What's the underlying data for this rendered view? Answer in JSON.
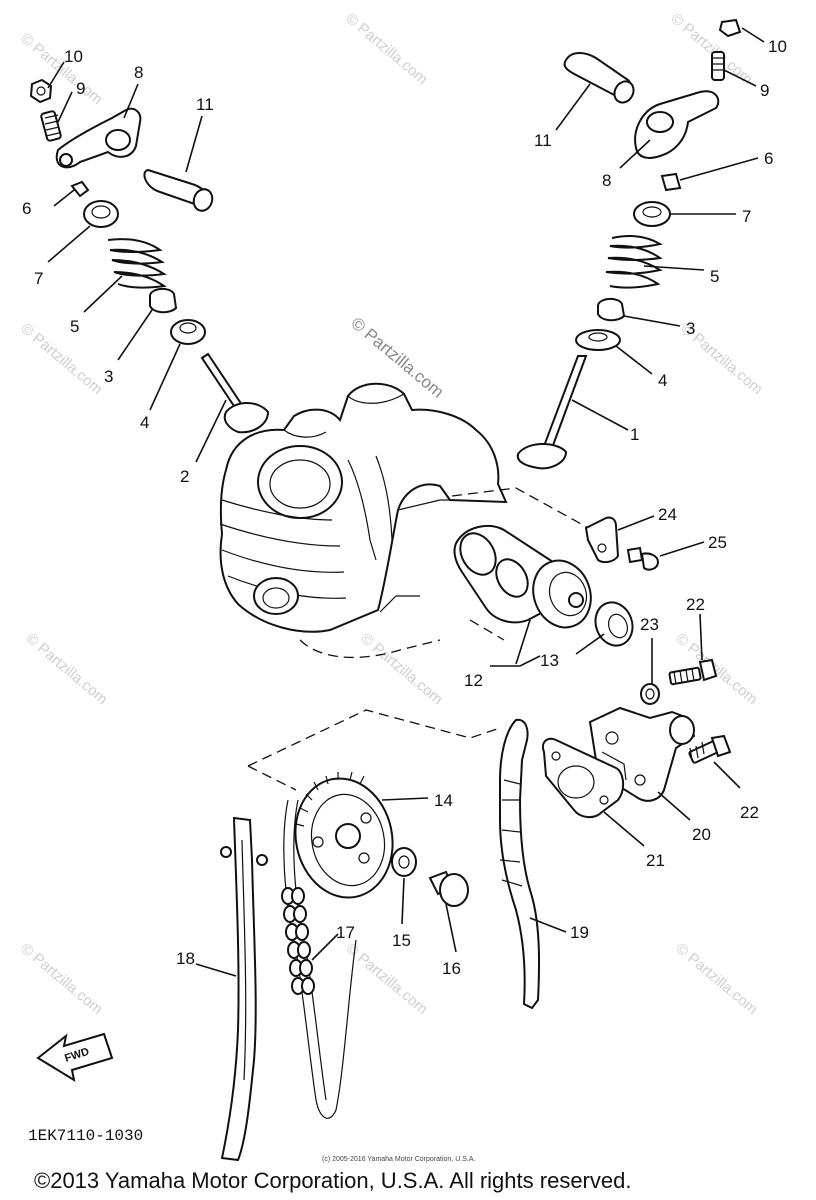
{
  "watermark": "© Partzilla.com",
  "center_watermark": "© Partzilla.com",
  "fwd_label": "FWD",
  "drawing_code": "1EK7110-1030",
  "small_copyright": "(c) 2005-2016 Yamaha Motor Corporation, U.S.A.",
  "copyright": "©2013 Yamaha Motor Corporation, U.S.A. All rights reserved.",
  "callouts": {
    "c10_left": "10",
    "c9_left": "9",
    "c8_left": "8",
    "c11_left": "11",
    "c6_left": "6",
    "c7_left": "7",
    "c5_left": "5",
    "c3_left": "3",
    "c4_left": "4",
    "c2": "2",
    "c10_right": "10",
    "c9_right": "9",
    "c11_right": "11",
    "c8_right": "8",
    "c6_right": "6",
    "c7_right": "7",
    "c5_right": "5",
    "c3_right": "3",
    "c4_right": "4",
    "c1": "1",
    "c24": "24",
    "c25": "25",
    "c22_top": "22",
    "c23": "23",
    "c13": "13",
    "c12": "12",
    "c14": "14",
    "c20": "20",
    "c22_bottom": "22",
    "c21": "21",
    "c15": "15",
    "c16": "16",
    "c17": "17",
    "c18": "18",
    "c19": "19"
  }
}
